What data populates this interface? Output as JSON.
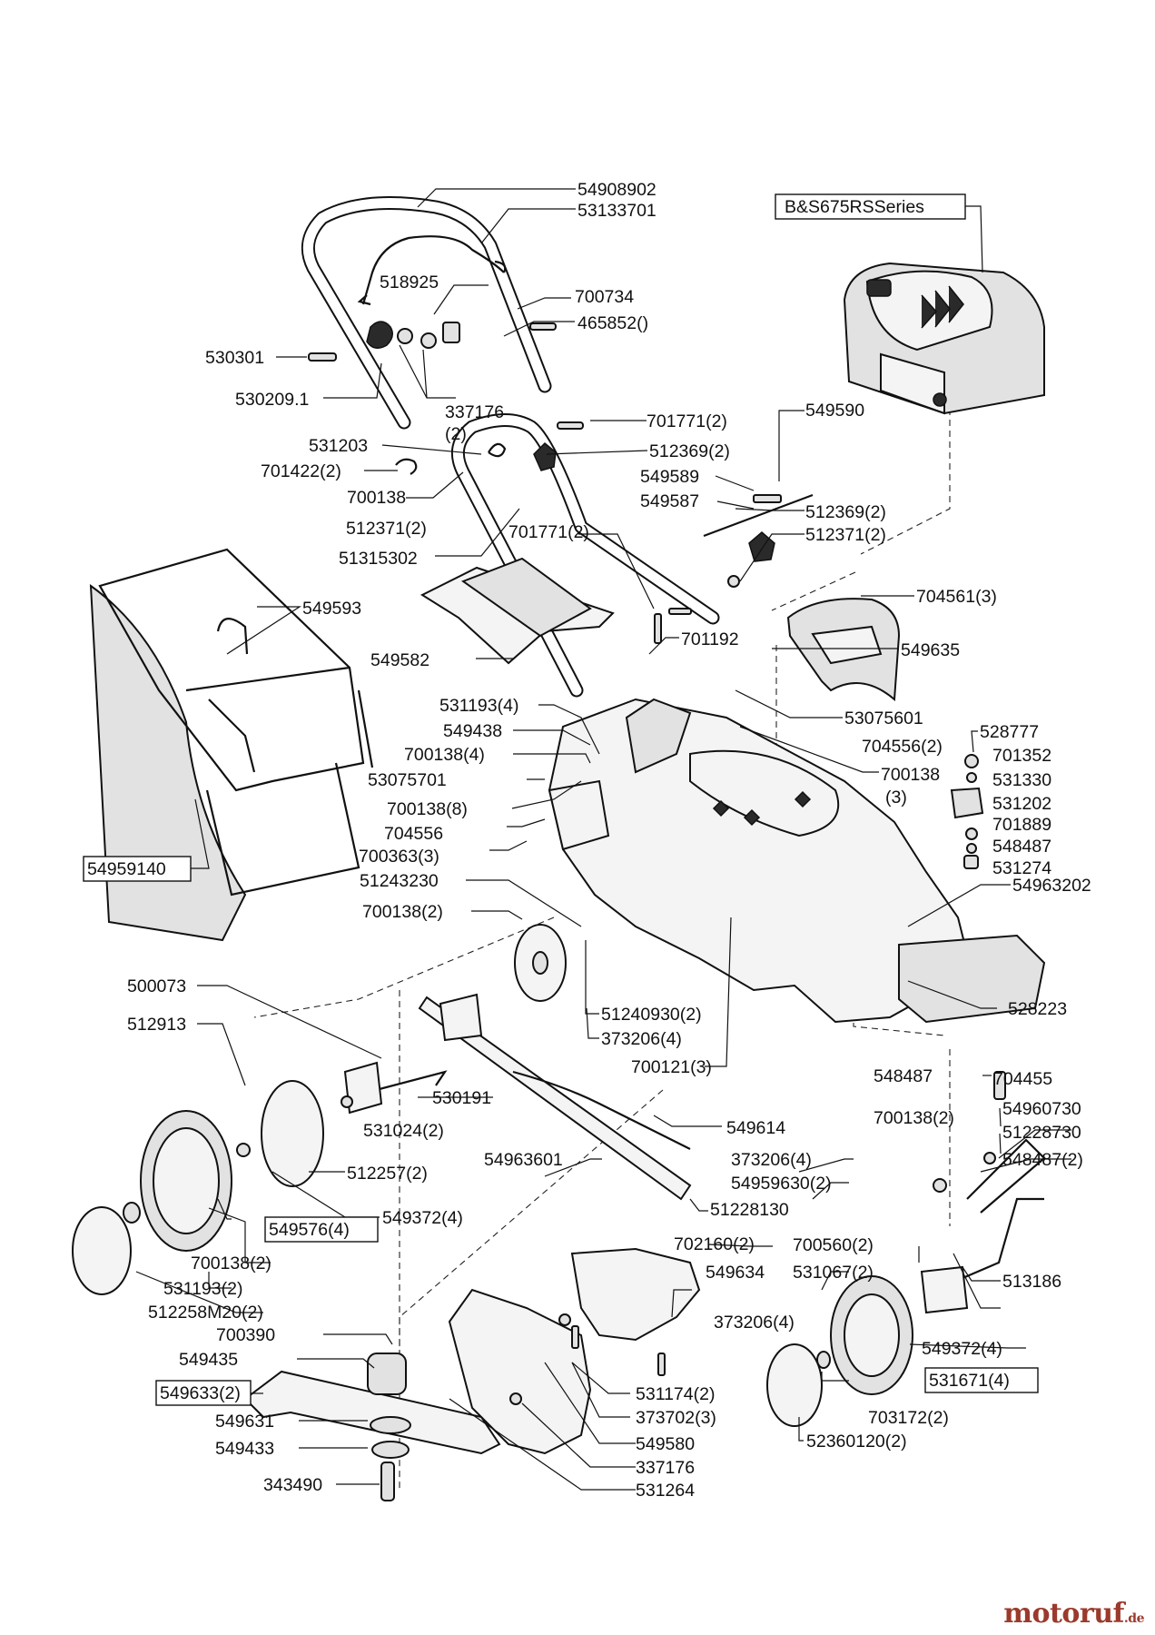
{
  "engine_series_label": "B&S675RSSeries",
  "watermark": {
    "name": "motoruf",
    "tld": ".de"
  },
  "labels": {
    "p54908902": "54908902",
    "p53133701": "53133701",
    "p518925": "518925",
    "p700734": "700734",
    "p465852": "465852()",
    "p530301": "530301",
    "p530209_1": "530209.1",
    "p337176_2": "337176",
    "p337176_2q": "(2)",
    "p701771_2a": "701771(2)",
    "p549590": "549590",
    "p531203": "531203",
    "p512369_2a": "512369(2)",
    "p701422_2": "701422(2)",
    "p549589": "549589",
    "p549587": "549587",
    "p700138a": "700138",
    "p512369_2b": "512369(2)",
    "p512371_2a": "512371(2)",
    "p701771_2b": "701771(2)",
    "p512371_2b": "512371(2)",
    "p51315302": "51315302",
    "p704561_3": "704561(3)",
    "p549593": "549593",
    "p701192": "701192",
    "p549635": "549635",
    "p549582": "549582",
    "p531193_4": "531193(4)",
    "p53075601": "53075601",
    "p549438": "549438",
    "p528777": "528777",
    "p704556_2": "704556(2)",
    "p700138_4": "700138(4)",
    "p701352": "701352",
    "p700138b": "700138",
    "p700138b_q": "(3)",
    "p53075701": "53075701",
    "p531330": "531330",
    "p531202": "531202",
    "p700138_8": "700138(8)",
    "p701889": "701889",
    "p704556": "704556",
    "p548487a": "548487",
    "p700363_3": "700363(3)",
    "p531274": "531274",
    "p54959140": "54959140",
    "p51243230": "51243230",
    "p54963202": "54963202",
    "p700138_2a": "700138(2)",
    "p500073": "500073",
    "p528223": "528223",
    "p512913": "512913",
    "p51240930_2": "51240930(2)",
    "p373206_4a": "373206(4)",
    "p700121_3": "700121(3)",
    "p548487b": "548487",
    "p704455": "704455",
    "p530191": "530191",
    "p54960730": "54960730",
    "p531024_2": "531024(2)",
    "p700138_2b": "700138(2)",
    "p51228730": "51228730",
    "p549614": "549614",
    "p548487_2": "548487(2)",
    "p54963601": "54963601",
    "p373206_4b": "373206(4)",
    "p512257_2": "512257(2)",
    "p54959630_2": "54959630(2)",
    "p51228130": "51228130",
    "p549372_4a": "549372(4)",
    "p549576_4": "549576(4)",
    "p702160_2": "702160(2)",
    "p700560_2": "700560(2)",
    "p700138_2c": "700138(2)",
    "p549634": "549634",
    "p531067_2": "531067(2)",
    "p513186": "513186",
    "p531193_2": "531193(2)",
    "p512258M20_2": "512258M20(2)",
    "p373206_4c": "373206(4)",
    "p700390": "700390",
    "p549372_4b": "549372(4)",
    "p549435": "549435",
    "p531671_4": "531671(4)",
    "p549633_2": "549633(2)",
    "p531174_2": "531174(2)",
    "p703172_2": "703172(2)",
    "p549631": "549631",
    "p373702_3": "373702(3)",
    "p52360120_2": "52360120(2)",
    "p549433": "549433",
    "p549580": "549580",
    "p337176": "337176",
    "p343490": "343490",
    "p531264": "531264"
  }
}
